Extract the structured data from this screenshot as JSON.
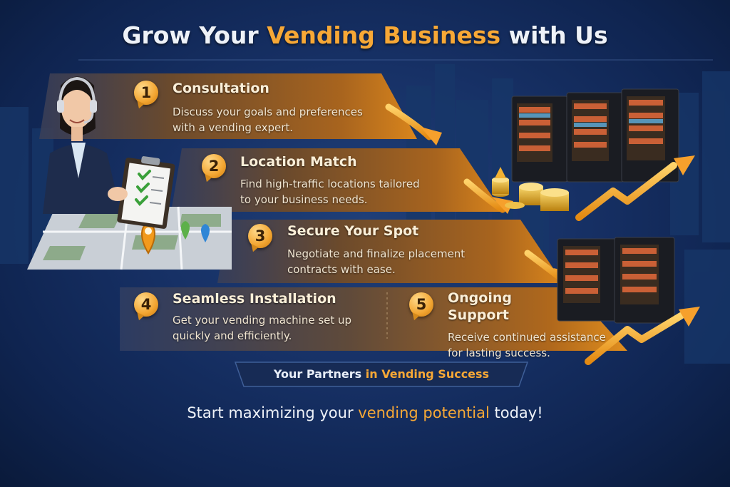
{
  "title": {
    "pre": "Grow Your ",
    "accent": "Vending Business",
    "post": " with Us"
  },
  "steps": [
    {
      "number": "1",
      "title": "Consultation",
      "line1": "Discuss your goals and preferences",
      "line2": "with a vending expert."
    },
    {
      "number": "2",
      "title": "Location Match",
      "line1": "Find high-traffic locations tailored",
      "line2": "to your business needs."
    },
    {
      "number": "3",
      "title": "Secure Your Spot",
      "line1": "Negotiate and finalize placement",
      "line2": "contracts with ease."
    },
    {
      "number": "4",
      "title": "Seamless Installation",
      "line1": "Get your vending machine set up",
      "line2": "quickly and efficiently."
    },
    {
      "number": "5",
      "title_line1": "Ongoing",
      "title_line2": "Support",
      "line1": "Receive continued assistance",
      "line2": "for lasting success."
    }
  ],
  "partners": {
    "pre": "Your Partners ",
    "accent": "in Vending Success"
  },
  "tagline": {
    "pre": "Start maximizing your ",
    "accent": "vending potential",
    "post": " today!"
  },
  "icons": [
    "headset-icon",
    "clipboard-icon",
    "checkmark-icon",
    "map-pin-icon",
    "coin-icon",
    "growth-arrow-icon",
    "vending-machine-icon"
  ],
  "colors": {
    "accent": "#f7a836",
    "background": "#173166",
    "banner": "#7a4a1e"
  }
}
